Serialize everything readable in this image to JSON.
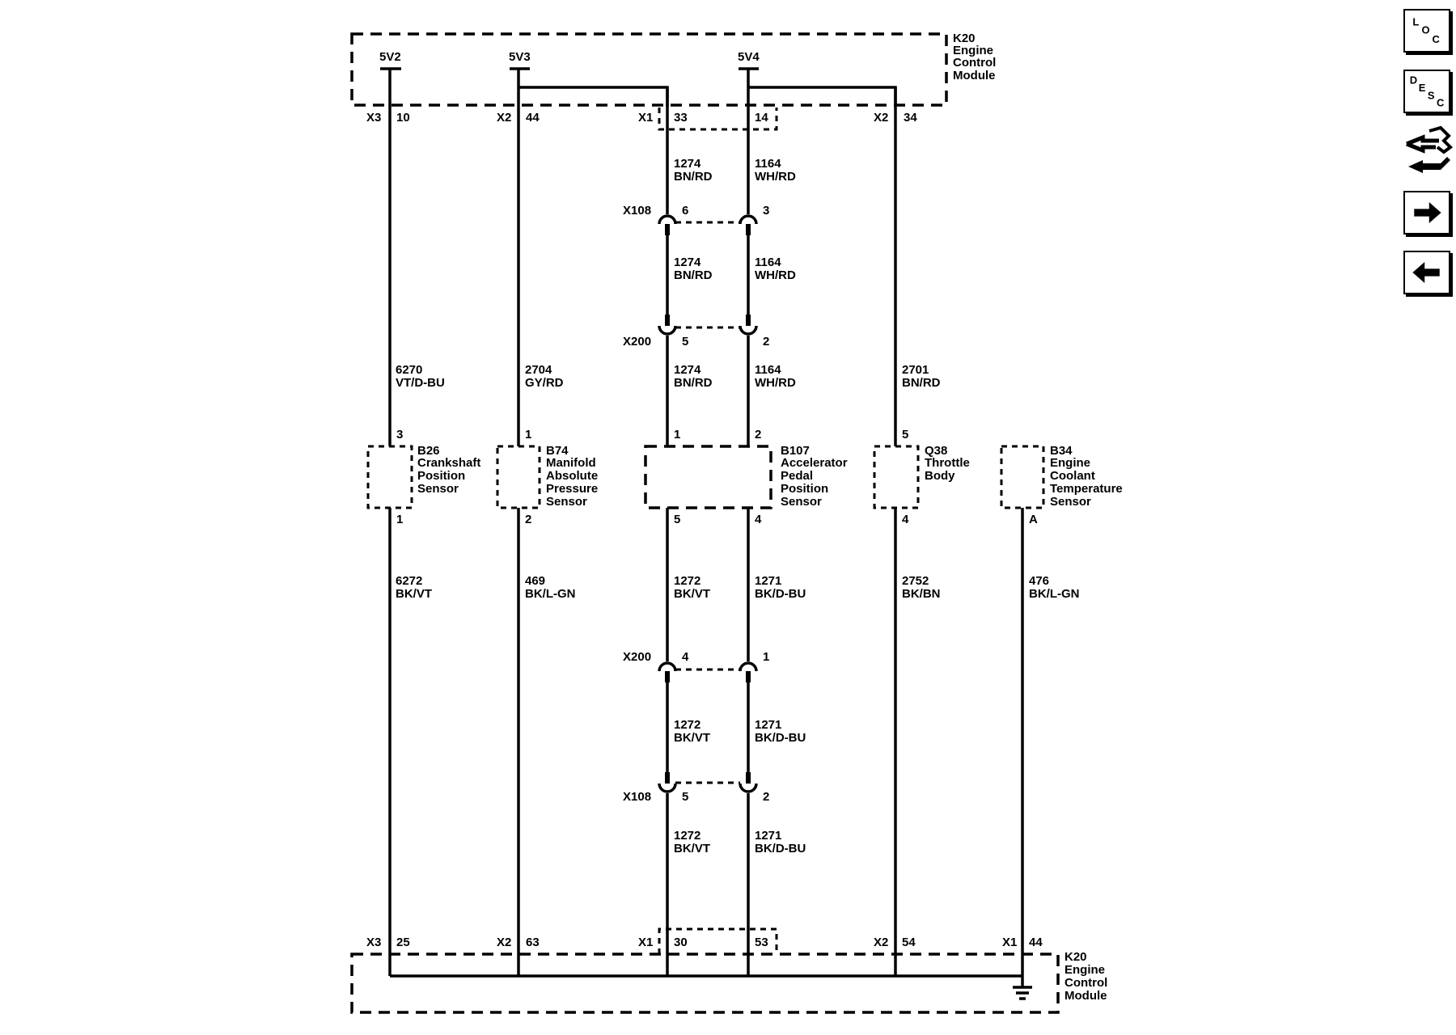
{
  "ecm_top": {
    "id": "K20",
    "lines": [
      "Engine",
      "Control",
      "Module"
    ]
  },
  "ecm_bottom": {
    "id": "K20",
    "lines": [
      "Engine",
      "Control",
      "Module"
    ]
  },
  "refs": {
    "r1": "5V2",
    "r2": "5V3",
    "r3": "5V4"
  },
  "top_pins": {
    "x3": "X3",
    "p10": "10",
    "x2a": "X2",
    "p44": "44",
    "x1": "X1",
    "p33": "33",
    "p14": "14",
    "x2b": "X2",
    "p34": "34"
  },
  "bottom_pins": {
    "x3": "X3",
    "p25": "25",
    "x2a": "X2",
    "p63": "63",
    "x1a": "X1",
    "p30": "30",
    "p53": "53",
    "x2b": "X2",
    "p54": "54",
    "x1b": "X1",
    "p44": "44"
  },
  "connectors": {
    "x108_top": {
      "name": "X108",
      "left_pin": "6",
      "right_pin": "3"
    },
    "x200_top": {
      "name": "X200",
      "left_pin": "5",
      "right_pin": "2"
    },
    "x200_bot": {
      "name": "X200",
      "left_pin": "4",
      "right_pin": "1"
    },
    "x108_bot": {
      "name": "X108",
      "left_pin": "5",
      "right_pin": "2"
    }
  },
  "wires": {
    "w6270": {
      "circuit": "6270",
      "color": "VT/D-BU"
    },
    "w2704": {
      "circuit": "2704",
      "color": "GY/RD"
    },
    "w1274a": {
      "circuit": "1274",
      "color": "BN/RD"
    },
    "w1164a": {
      "circuit": "1164",
      "color": "WH/RD"
    },
    "w1274b": {
      "circuit": "1274",
      "color": "BN/RD"
    },
    "w1164b": {
      "circuit": "1164",
      "color": "WH/RD"
    },
    "w1274c": {
      "circuit": "1274",
      "color": "BN/RD"
    },
    "w1164c": {
      "circuit": "1164",
      "color": "WH/RD"
    },
    "w2701": {
      "circuit": "2701",
      "color": "BN/RD"
    },
    "w6272": {
      "circuit": "6272",
      "color": "BK/VT"
    },
    "w469": {
      "circuit": "469",
      "color": "BK/L-GN"
    },
    "w1272a": {
      "circuit": "1272",
      "color": "BK/VT"
    },
    "w1271a": {
      "circuit": "1271",
      "color": "BK/D-BU"
    },
    "w2752": {
      "circuit": "2752",
      "color": "BK/BN"
    },
    "w476": {
      "circuit": "476",
      "color": "BK/L-GN"
    },
    "w1272b": {
      "circuit": "1272",
      "color": "BK/VT"
    },
    "w1271b": {
      "circuit": "1271",
      "color": "BK/D-BU"
    },
    "w1272c": {
      "circuit": "1272",
      "color": "BK/VT"
    },
    "w1271c": {
      "circuit": "1271",
      "color": "BK/D-BU"
    }
  },
  "components": {
    "b26": {
      "id": "B26",
      "lines": [
        "Crankshaft",
        "Position",
        "Sensor"
      ],
      "pin_top": "3",
      "pin_bottom": "1"
    },
    "b74": {
      "id": "B74",
      "lines": [
        "Manifold",
        "Absolute",
        "Pressure",
        "Sensor"
      ],
      "pin_top": "1",
      "pin_bottom": "2"
    },
    "b107": {
      "id": "B107",
      "lines": [
        "Accelerator",
        "Pedal",
        "Position",
        "Sensor"
      ],
      "pin_top_left": "1",
      "pin_top_right": "2",
      "pin_bottom_left": "5",
      "pin_bottom_right": "4"
    },
    "q38": {
      "id": "Q38",
      "lines": [
        "Throttle",
        "Body"
      ],
      "pin_top": "5",
      "pin_bottom": "4"
    },
    "b34": {
      "id": "B34",
      "lines": [
        "Engine",
        "Coolant",
        "Temperature",
        "Sensor"
      ],
      "pin_bottom": "A"
    }
  },
  "sidebar": {
    "loc": {
      "t1": "L",
      "t2": "O",
      "t3": "C"
    },
    "desc": {
      "t1": "D",
      "t2": "E",
      "t3": "S",
      "t4": "C"
    },
    "icons": [
      "loc-icon",
      "desc-icon",
      "connector-tool-icon",
      "arrow-right-icon",
      "arrow-left-icon"
    ]
  }
}
